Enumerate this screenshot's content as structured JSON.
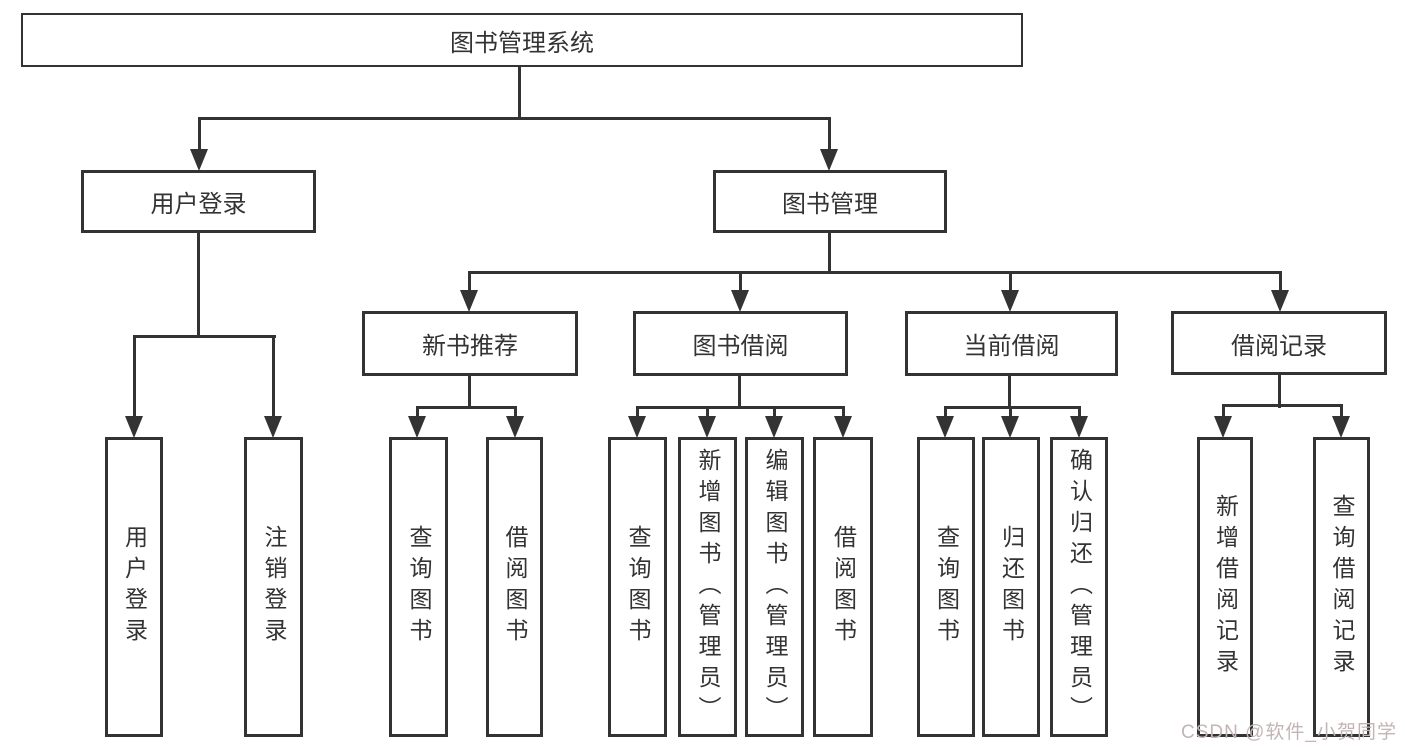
{
  "diagram": {
    "title": "图书管理系统",
    "level2": [
      "用户登录",
      "图书管理"
    ],
    "level3": [
      "新书推荐",
      "图书借阅",
      "当前借阅",
      "借阅记录"
    ],
    "leaves": {
      "user_login": [
        "用户登录",
        "注销登录"
      ],
      "new_book": [
        "查询图书",
        "借阅图书"
      ],
      "book_borrow": [
        "查询图书",
        "新增图书（管理员）",
        "编辑图书（管理员）",
        "借阅图书"
      ],
      "current_borrow": [
        "查询图书",
        "归还图书",
        "确认归还（管理员）"
      ],
      "borrow_records": [
        "新增借阅记录",
        "查询借阅记录"
      ]
    }
  },
  "watermark": "CSDN @软件_小贺同学",
  "colors": {
    "line": "#333333",
    "box_border": "#333333",
    "text": "#333333",
    "background": "#ffffff",
    "watermark": "#c3b5b5"
  }
}
